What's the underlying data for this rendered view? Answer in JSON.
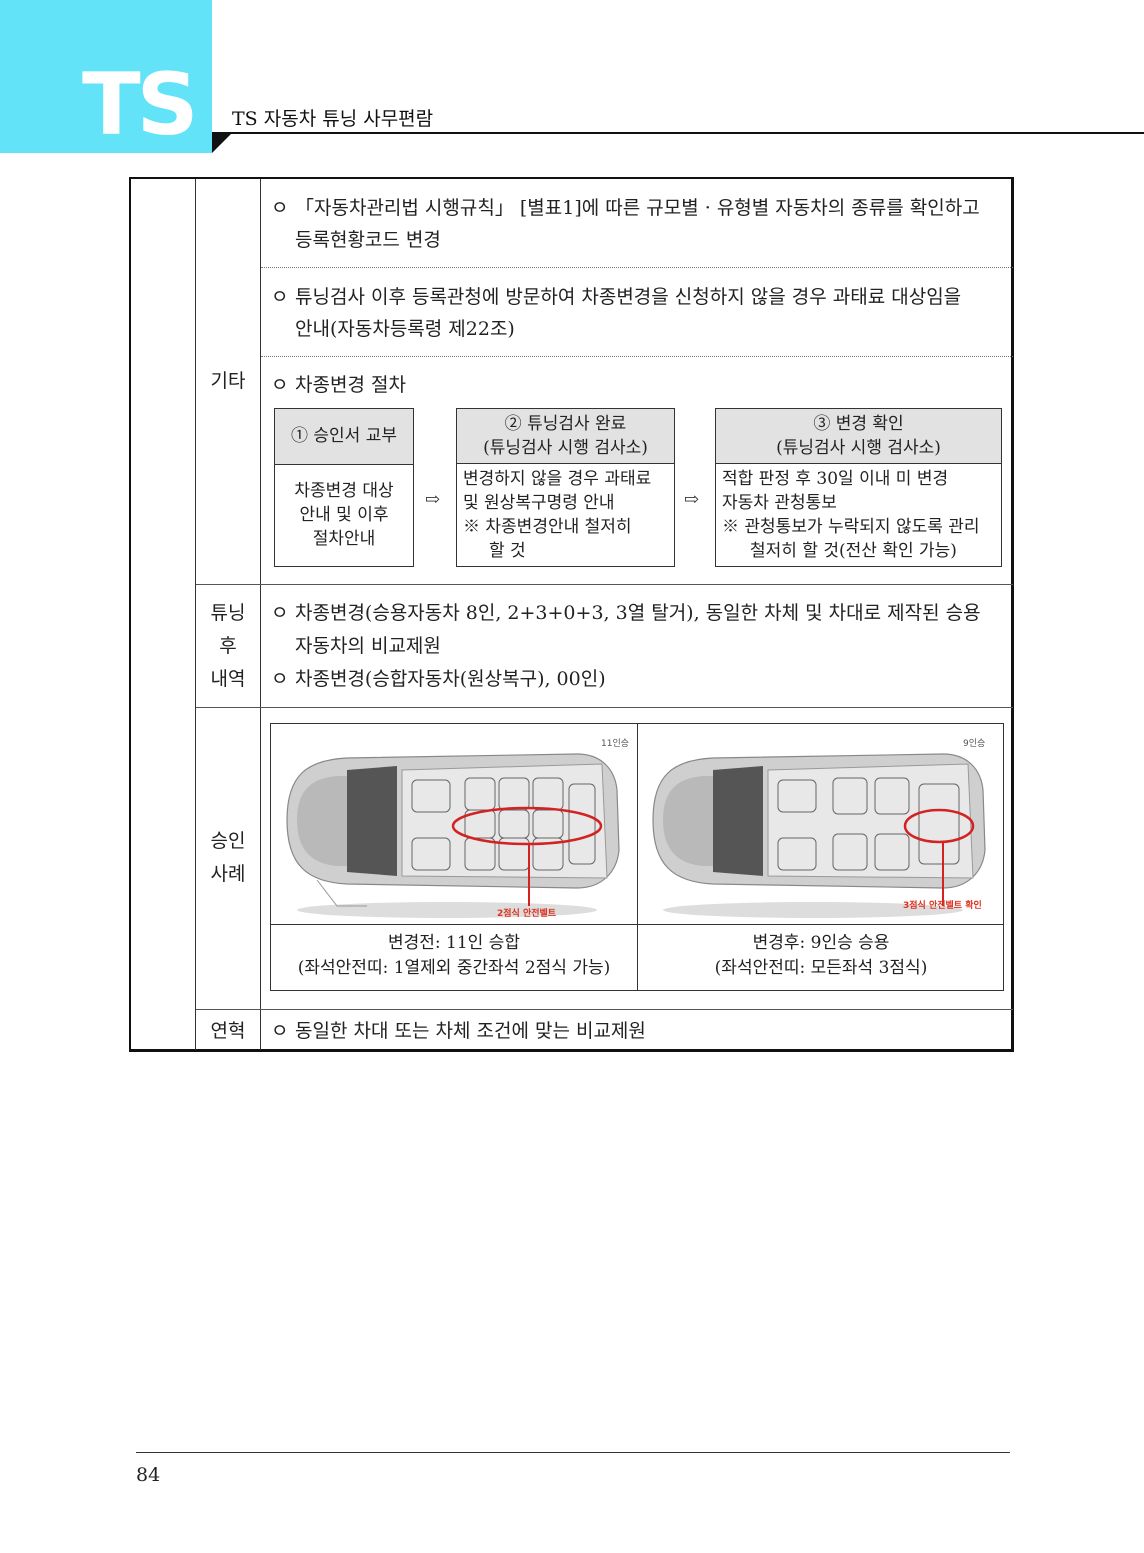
{
  "header": {
    "logo": "TS",
    "title": "TS 자동차 튜닝 사무편람"
  },
  "rows": {
    "gita": {
      "label": "기타",
      "items": [
        {
          "bullet": "ㅇ",
          "line1": "「자동차관리법 시행규칙」 [별표1]에 따른 규모별 · 유형별 자동차의 종류를 확인하고",
          "line2": "등록현황코드 변경"
        },
        {
          "bullet": "ㅇ",
          "line1": "튜닝검사 이후 등록관청에 방문하여 차종변경을 신청하지 않을 경우 과태료 대상임을",
          "line2": "안내(자동차등록령 제22조)"
        },
        {
          "bullet": "ㅇ",
          "line1": "차종변경 절차"
        }
      ],
      "procedure": {
        "step1": {
          "head": "① 승인서 교부",
          "body": [
            "차종변경 대상",
            "안내 및 이후",
            "절차안내"
          ]
        },
        "step2": {
          "head1": "② 튜닝검사 완료",
          "head2": "(튜닝검사 시행 검사소)",
          "body": [
            "변경하지 않을 경우 과태료",
            "및 원상복구명령 안내",
            "※ 차종변경안내 철저히",
            "할 것"
          ]
        },
        "step3": {
          "head1": "③ 변경 확인",
          "head2": "(튜닝검사 시행 검사소)",
          "body": [
            "적합 판정 후 30일 이내 미 변경",
            "자동차 관청통보",
            "※ 관청통보가 누락되지 않도록 관리",
            "철저히 할 것(전산 확인 가능)"
          ]
        },
        "arrow": "⇨"
      }
    },
    "tuning_after": {
      "label": [
        "튜닝",
        "후",
        "내역"
      ],
      "items": [
        {
          "bullet": "ㅇ",
          "line1": "차종변경(승용자동차 8인, 2+3+0+3, 3열 탈거), 동일한 차체 및 차대로 제작된 승용",
          "line2": "자동차의 비교제원"
        },
        {
          "bullet": "ㅇ",
          "line1": "차종변경(승합자동차(원상복구), 00인)"
        }
      ]
    },
    "approval_case": {
      "label": [
        "승인",
        "사례"
      ],
      "before": {
        "badge": "11인승",
        "annotation": "2점식 안전벨트",
        "caption1": "변경전: 11인 승합",
        "caption2": "(좌석안전띠: 1열제외 중간좌석 2점식 가능)"
      },
      "after": {
        "badge": "9인승",
        "annotation": "3점식 안전벨트 확인",
        "caption1": "변경후: 9인승 승용",
        "caption2": "(좌석안전띠: 모든좌석 3점식)"
      }
    },
    "history": {
      "label": "연혁",
      "items": [
        {
          "bullet": "ㅇ",
          "line1": "동일한 차대 또는 차체 조건에 맞는 비교제원"
        }
      ]
    }
  },
  "footer": {
    "page_number": "84"
  },
  "colors": {
    "logo_bg": "#62e3f7",
    "header_bar": "#e2e2e2",
    "annotation_red": "#d32222"
  }
}
